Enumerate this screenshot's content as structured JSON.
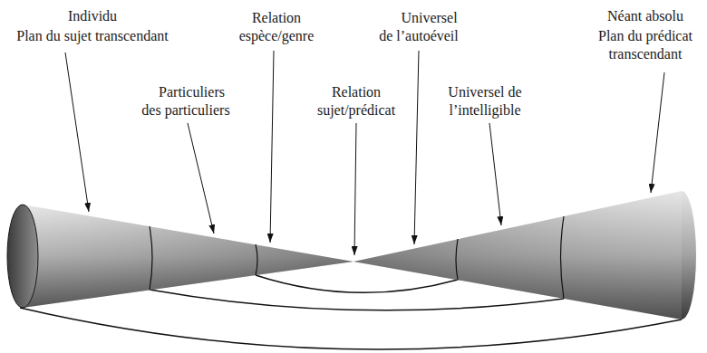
{
  "diagram": {
    "labels": [
      "Individu",
      "Plan du sujet transcendant",
      "Particuliers des particuliers",
      "Relation espèce/genre",
      "Relation sujet/prédicat",
      "Universel de l’autoéveil",
      "Universel de l’intelligible",
      "Néant absolu",
      "Plan du prédicat transcendant"
    ]
  }
}
